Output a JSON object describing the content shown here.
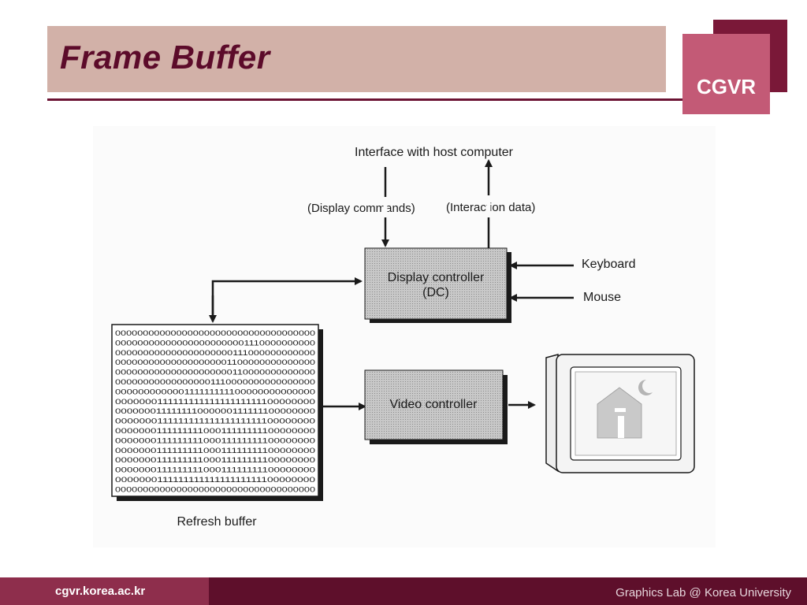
{
  "slide": {
    "title": "Frame Buffer",
    "logo": "CGVR",
    "footer_url": "cgvr.korea.ac.kr",
    "footer_lab": "Graphics Lab @ Korea University"
  },
  "diagram": {
    "host_label": "Interface with host computer",
    "commands_label": "(Display commands)",
    "interaction_label": "(Interaction data)",
    "dc_line1": "Display controller",
    "dc_line2": "(DC)",
    "keyboard_label": "Keyboard",
    "mouse_label": "Mouse",
    "video_label": "Video controller",
    "buffer_label": "Refresh buffer",
    "buffer_rows": [
      "000000000000000000000000000000000000",
      "000000000000000000000001110000000000",
      "000000000000000000000111000000000000",
      "000000000000000000001100000000000000",
      "000000000000000000000110000000000000",
      "000000000000000001110000000000000000",
      "000000000000111111111100000000000000",
      "000000011111111111111111111100000000",
      "000000011111111000000111111100000000",
      "000000011111111111111111111100000000",
      "000000011111111100011111111100000000",
      "000000011111111100011111111100000000",
      "000000011111111100011111111100000000",
      "000000011111111100011111111100000000",
      "000000011111111100011111111100000000",
      "000000011111111111111111111100000000",
      "000000000000000000000000000000000000"
    ]
  }
}
